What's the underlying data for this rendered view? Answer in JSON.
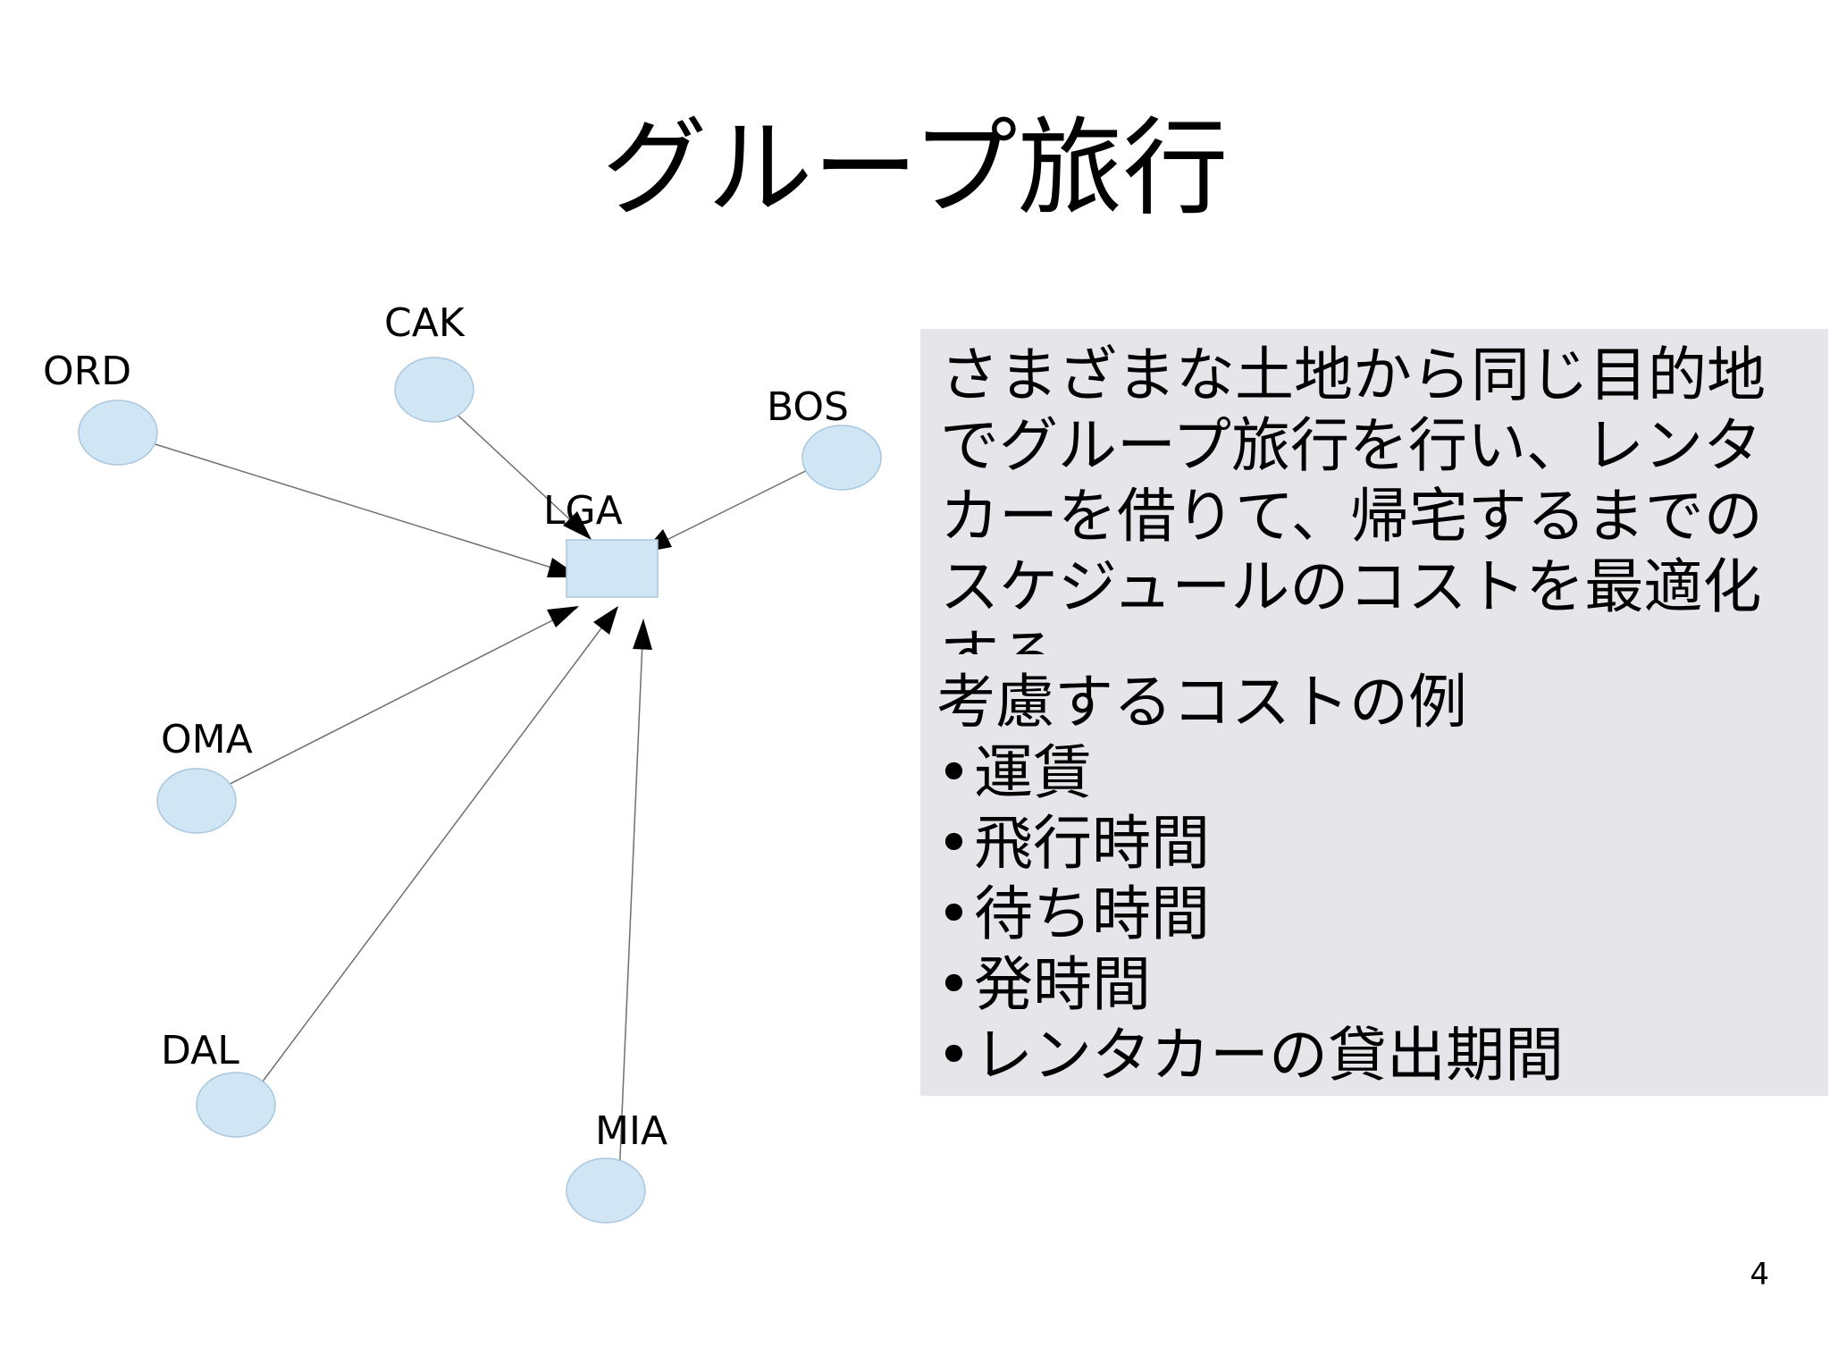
{
  "slide": {
    "title": "グループ旅行",
    "page_number": "4"
  },
  "diagram": {
    "destination": "LGA",
    "origins": [
      "ORD",
      "CAK",
      "BOS",
      "OMA",
      "DAL",
      "MIA"
    ],
    "colors": {
      "node_fill": "#d0e6f5",
      "node_stroke": "#a9c7de",
      "edge": "#6f6f6f",
      "arrowhead": "#000000"
    }
  },
  "info": {
    "description": "さまざまな土地から同じ目的地でグループ旅行を行い、レンタカーを借りて、帰宅するまでのスケジュールのコストを最適化する",
    "cost_heading": "考慮するコストの例",
    "bullet": "•",
    "costs": [
      "運賃",
      "飛行時間",
      "待ち時間",
      "発時間",
      "レンタカーの貸出期間"
    ],
    "background": "#e6e5e9"
  }
}
